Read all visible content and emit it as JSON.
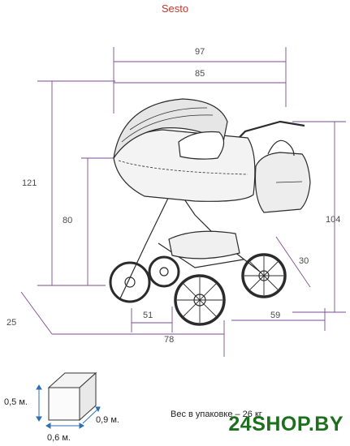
{
  "title": "Sesto",
  "dimensions": {
    "total_length": "97",
    "body_length": "85",
    "height_max": "121",
    "seat_height": "80",
    "handle_height": "104",
    "basket_depth": "30",
    "wheelbase": "59",
    "front_track": "51",
    "rear_track": "78",
    "side_depth": "25"
  },
  "package": {
    "height": "0,5 м.",
    "width": "0,9 м.",
    "depth": "0,6 м.",
    "weight_text": "Вес в упаковке – 26 кг"
  },
  "brand": "24SHOP.BY",
  "colors": {
    "title": "#c0392b",
    "dimension_line": "#7b4b94",
    "box_arrow": "#2f6fb3",
    "brand": "#1c6f1c"
  }
}
